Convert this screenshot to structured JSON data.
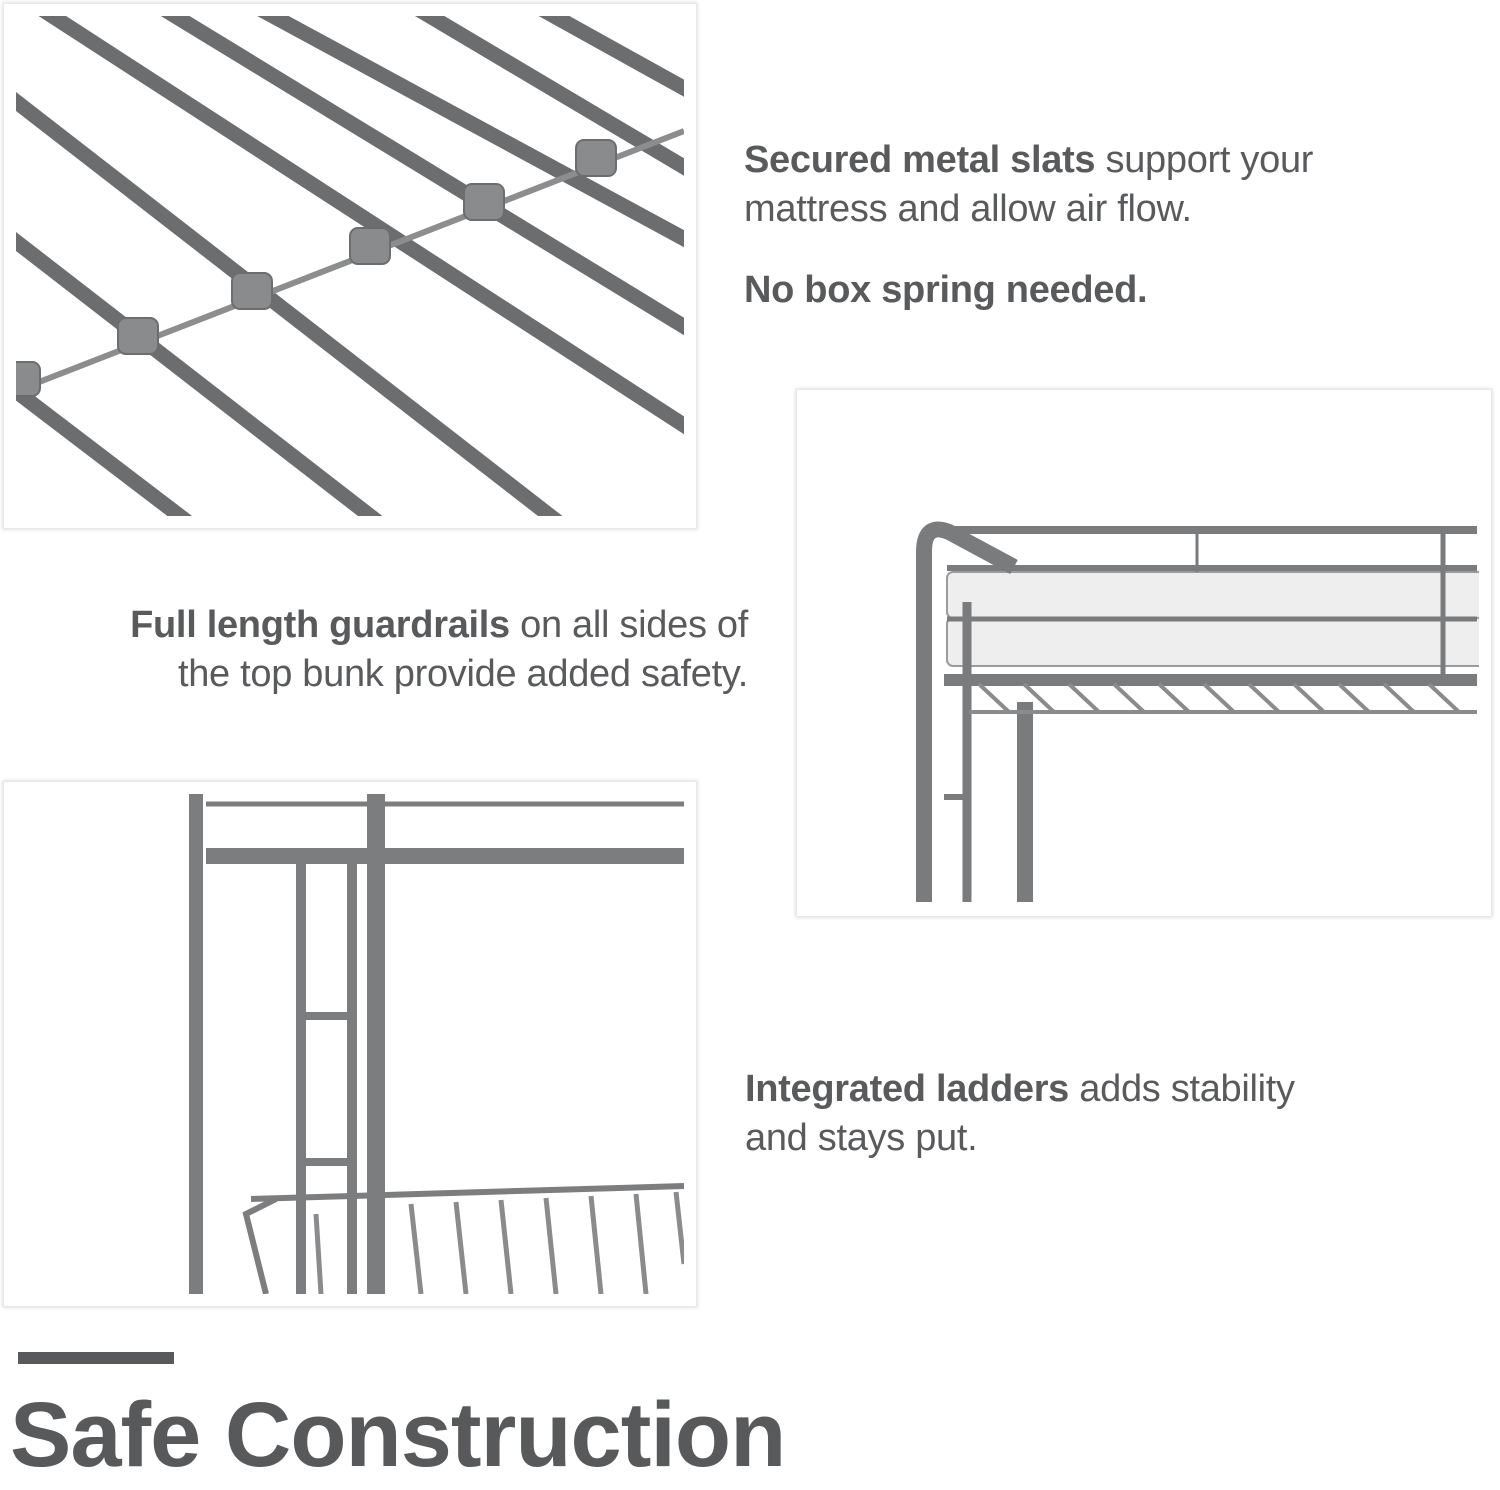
{
  "features": {
    "slats": {
      "bold": "Secured metal slats",
      "rest": " support your",
      "line2": "mattress and allow air flow.",
      "note": "No box spring needed."
    },
    "guardrails": {
      "bold": "Full length guardrails",
      "rest": " on all sides of",
      "line2": "the top bunk provide added safety."
    },
    "ladders": {
      "bold": "Integrated ladders",
      "rest": " adds stability",
      "line2": "and stays put."
    }
  },
  "footer": {
    "title": "Safe Construction"
  },
  "colors": {
    "text": "#595a5c",
    "metal": "#6f7072",
    "frame_shadow": "#e4e4e4"
  },
  "images": [
    {
      "name": "metal-slats-closeup"
    },
    {
      "name": "top-bunk-guardrail-photo"
    },
    {
      "name": "ladder-and-frame-photo"
    }
  ]
}
